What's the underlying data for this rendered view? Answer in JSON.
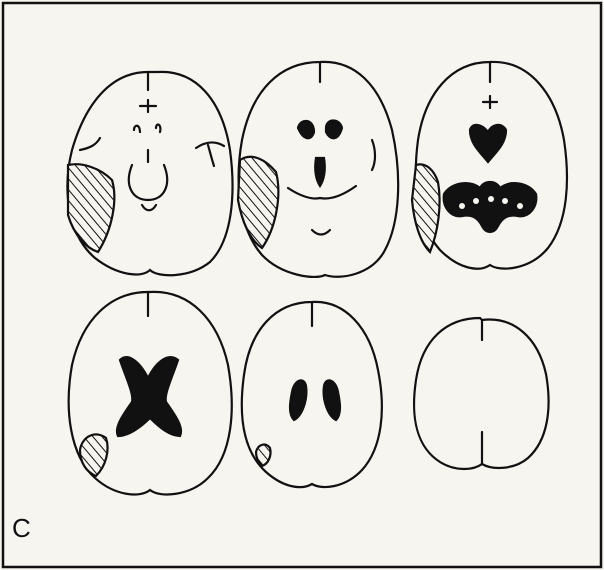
{
  "figure": {
    "panel_label": "C",
    "colors": {
      "ink": "#111111",
      "background": "#f7f5f0"
    },
    "slices": [
      {
        "name": "slice-1",
        "lesion": "hatched",
        "ventricles": "frontal-horns"
      },
      {
        "name": "slice-2",
        "lesion": "hatched",
        "ventricles": "frontal-horns-third-ventricle"
      },
      {
        "name": "slice-3",
        "lesion": "hatched",
        "ventricles": "lateral-ventricles-bodies"
      },
      {
        "name": "slice-4",
        "lesion": "hatched",
        "ventricles": "x-shaped-ventricles"
      },
      {
        "name": "slice-5",
        "lesion": "hatched-small",
        "ventricles": "small-paired-ventricles"
      },
      {
        "name": "slice-6",
        "lesion": "none",
        "ventricles": "none"
      }
    ]
  }
}
